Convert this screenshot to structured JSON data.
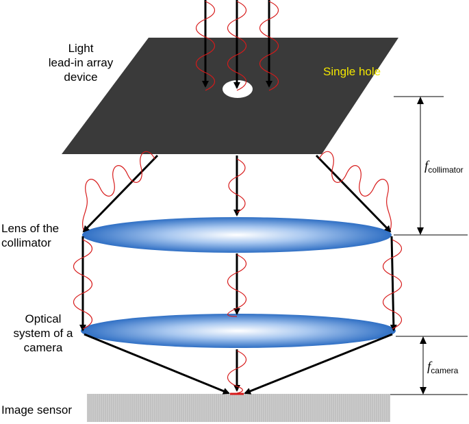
{
  "labels": {
    "device_line1": "Light",
    "device_line2": "lead-in array",
    "device_line3": "device",
    "single_hole": "Single hole",
    "lens_line1": "Lens of the",
    "lens_line2": "collimator",
    "optical_line1": "Optical",
    "optical_line2": "system of a",
    "optical_line3": "camera",
    "sensor": "Image sensor",
    "f_symbol": "f",
    "f_collimator_sub": "collimator",
    "f_camera_sub": "camera"
  },
  "colors": {
    "plate": "#3a3a3a",
    "lens_edge": "#2f6fc4",
    "lens_center": "#ffffff",
    "wave": "#d71a1a",
    "arrow": "#000000",
    "sensor": "#c9c9c9",
    "highlight_text": "#f2e600"
  }
}
